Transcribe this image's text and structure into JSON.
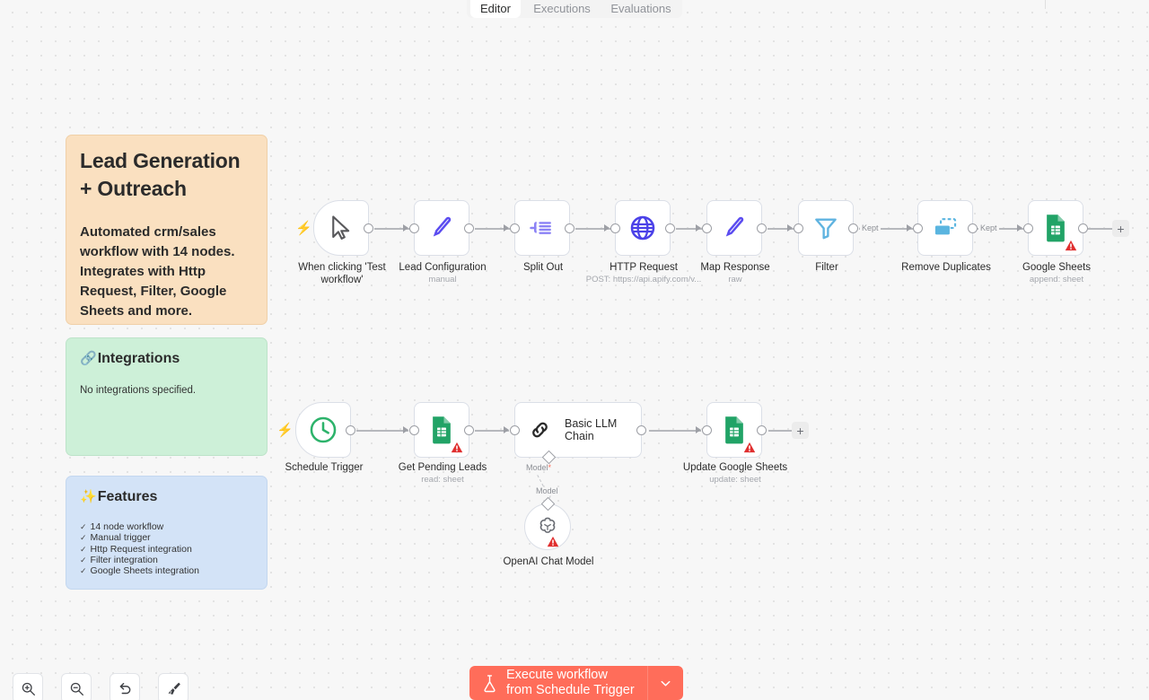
{
  "tabs": [
    {
      "label": "Editor",
      "active": true
    },
    {
      "label": "Executions",
      "active": false
    },
    {
      "label": "Evaluations",
      "active": false
    }
  ],
  "sticky_notes": {
    "overview": {
      "title": "Lead Generation + Outreach",
      "body": "Automated crm/sales workflow with 14 nodes. Integrates with Http Request, Filter, Google Sheets and more.",
      "color": "#fae0c0"
    },
    "integrations": {
      "emoji": "🔗",
      "title": "Integrations",
      "body": "No integrations specified.",
      "color": "#cdf0d8"
    },
    "features": {
      "emoji": "✨",
      "title": "Features",
      "check": "✓",
      "items": [
        "14 node workflow",
        "Manual trigger",
        "Http Request integration",
        "Filter integration",
        "Google Sheets integration"
      ],
      "color": "#d3e3f7"
    }
  },
  "nodes": {
    "n1": {
      "label": "When clicking 'Test\nworkflow'",
      "subtitle": "",
      "icon": "cursor-icon"
    },
    "n2": {
      "label": "Lead Configuration",
      "subtitle": "manual",
      "icon": "pencil-icon"
    },
    "n3": {
      "label": "Split Out",
      "subtitle": "",
      "icon": "split-out-icon"
    },
    "n4": {
      "label": "HTTP Request",
      "subtitle": "POST: https://api.apify.com/v...",
      "icon": "globe-icon"
    },
    "n5": {
      "label": "Map Response",
      "subtitle": "raw",
      "icon": "pencil-icon"
    },
    "n6": {
      "label": "Filter",
      "subtitle": "",
      "icon": "funnel-icon"
    },
    "n7": {
      "label": "Remove Duplicates",
      "subtitle": "",
      "icon": "duplicate-icon"
    },
    "n8": {
      "label": "Google Sheets",
      "subtitle": "append: sheet",
      "icon": "google-sheets-icon"
    },
    "n9": {
      "label": "Schedule Trigger",
      "subtitle": "",
      "icon": "clock-icon"
    },
    "n10": {
      "label": "Get Pending Leads",
      "subtitle": "read: sheet",
      "icon": "google-sheets-icon"
    },
    "n11": {
      "label": "Basic LLM Chain",
      "subtitle": "",
      "icon": "chain-link-icon"
    },
    "n12": {
      "label": "Update Google Sheets",
      "subtitle": "update: sheet",
      "icon": "google-sheets-icon"
    },
    "n13": {
      "label": "OpenAI Chat Model",
      "subtitle": "",
      "icon": "openai-icon"
    }
  },
  "connection_labels": {
    "kept_1": "Kept",
    "kept_2": "Kept",
    "model_required": "Model",
    "model_required_star": "*",
    "model": "Model"
  },
  "add_buttons": {
    "plus": "+"
  },
  "toolbar": {
    "zoom_in": "zoom-in-icon",
    "zoom_out": "zoom-out-icon",
    "undo": "undo-icon",
    "tidy": "tidy-up-icon"
  },
  "execute_button": {
    "line1": "Execute workflow",
    "line2": "from Schedule Trigger",
    "icon": "flask-icon",
    "caret": "chevron-down-icon",
    "color": "#ff6d5a"
  }
}
